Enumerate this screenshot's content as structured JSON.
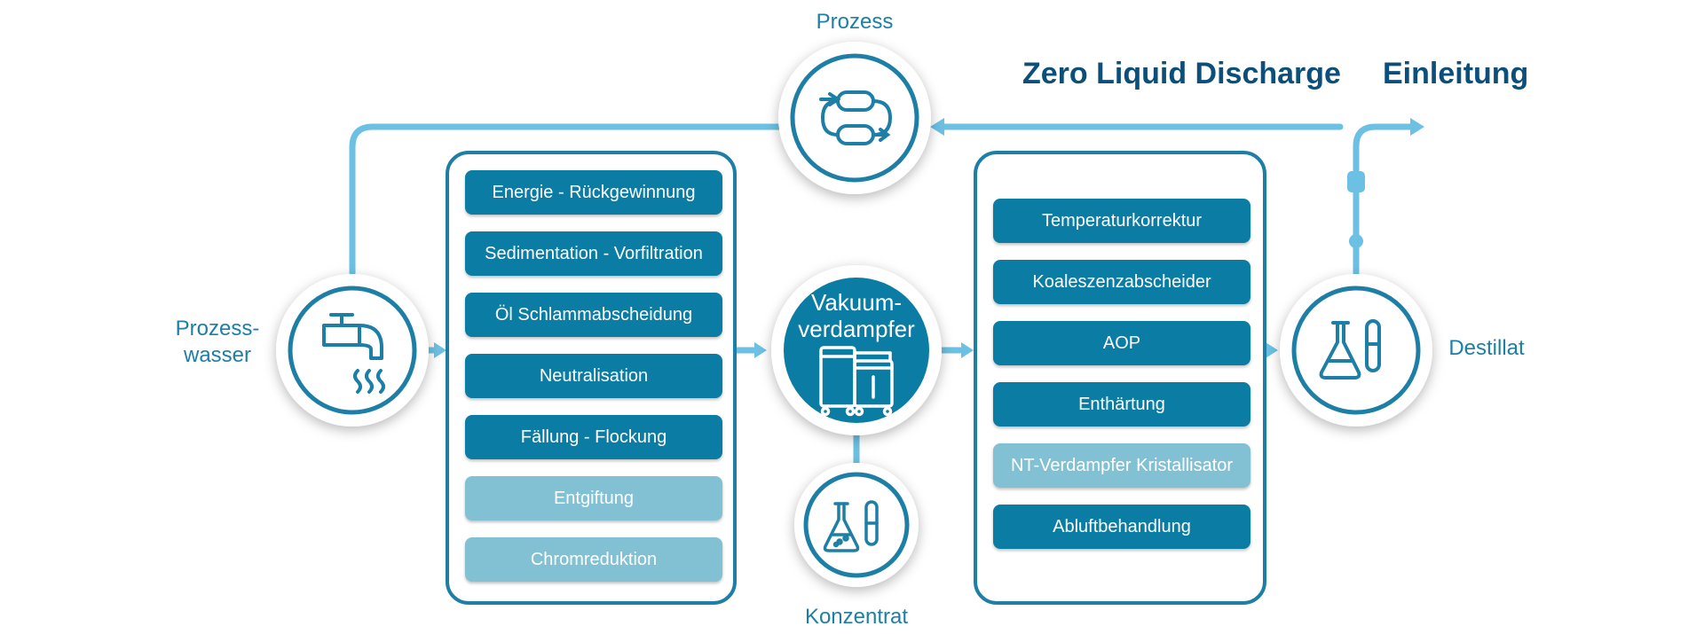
{
  "labels": {
    "prozess": "Prozess",
    "prozesswasser_1": "Prozess-",
    "prozesswasser_2": "wasser",
    "konzentrat": "Konzentrat",
    "destillat": "Destillat",
    "vakuum_1": "Vakuum-",
    "vakuum_2": "verdampfer"
  },
  "headings": {
    "zld": "Zero Liquid Discharge",
    "einleitung": "Einleitung"
  },
  "left_steps": [
    {
      "label": "Energie - Rückgewinnung",
      "style": "dark"
    },
    {
      "label": "Sedimentation - Vorfiltration",
      "style": "dark"
    },
    {
      "label": "Öl Schlammabscheidung",
      "style": "dark"
    },
    {
      "label": "Neutralisation",
      "style": "dark"
    },
    {
      "label": "Fällung - Flockung",
      "style": "dark"
    },
    {
      "label": "Entgiftung",
      "style": "light"
    },
    {
      "label": "Chromreduktion",
      "style": "light"
    }
  ],
  "right_steps": [
    {
      "label": "Temperaturkorrektur",
      "style": "dark"
    },
    {
      "label": "Koaleszenzabscheider",
      "style": "dark"
    },
    {
      "label": "AOP",
      "style": "dark"
    },
    {
      "label": "Enthärtung",
      "style": "dark"
    },
    {
      "label": "NT-Verdampfer Kristallisator",
      "style": "light"
    },
    {
      "label": "Abluftbehandlung",
      "style": "dark"
    }
  ],
  "colors": {
    "line": "#6cc0e3",
    "ring": "#1e7fa6",
    "dark_step": "#0b7ca3",
    "light_step": "#82c1d3",
    "heading": "#0c4f7a"
  },
  "icons": [
    "water-tap-icon",
    "process-pipes-icon",
    "evaporator-machine-icon",
    "lab-flask-icon"
  ]
}
